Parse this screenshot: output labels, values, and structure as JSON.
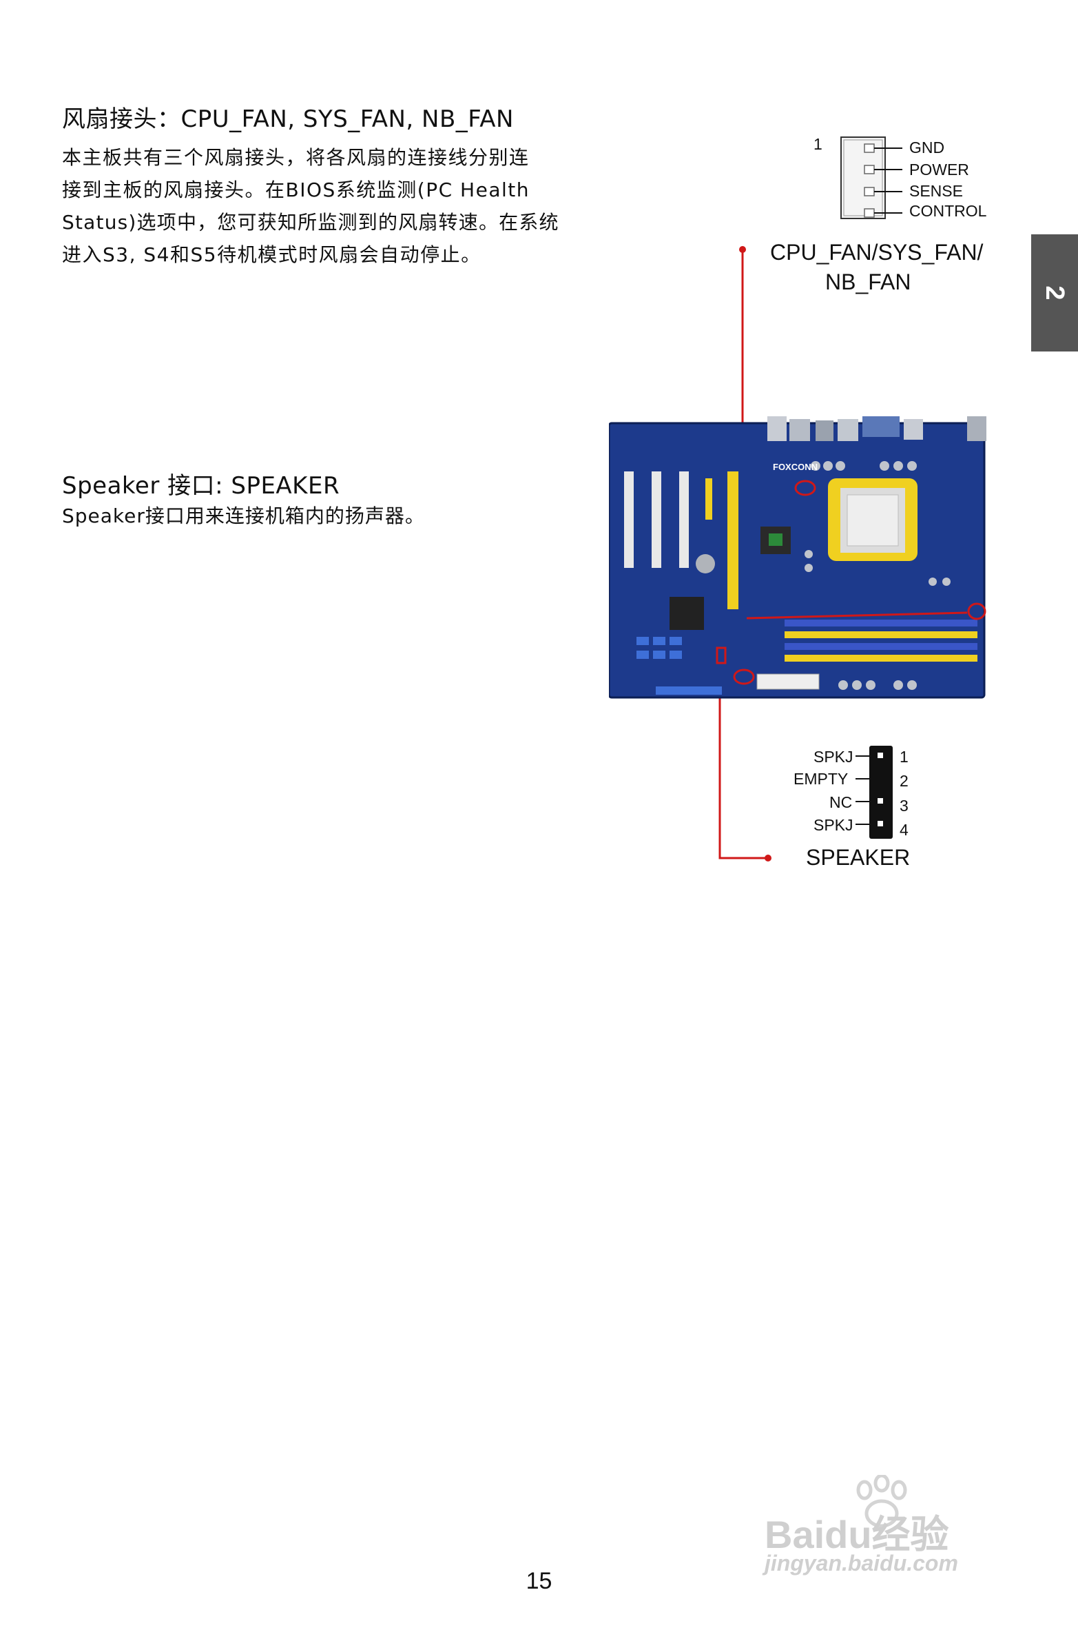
{
  "page_number": "15",
  "chapter_tab": "2",
  "fan_section": {
    "title": "风扇接头：CPU_FAN, SYS_FAN, NB_FAN",
    "lines": [
      "本主板共有三个风扇接头，将各风扇的连接线分别连",
      "接到主板的风扇接头。在BIOS系统监测(PC Health",
      "Status)选项中，您可获知所监测到的风扇转速。在系统",
      "进入S3, S4和S5待机模式时风扇会自动停止。"
    ]
  },
  "speaker_section": {
    "title": "Speaker 接口: SPEAKER",
    "text": "Speaker接口用来连接机箱内的扬声器。"
  },
  "fan_connector": {
    "pin_one_marker": "1",
    "pins": [
      "GND",
      "POWER",
      "SENSE",
      "CONTROL"
    ],
    "caption_line1": "CPU_FAN/SYS_FAN/",
    "caption_line2": "NB_FAN"
  },
  "speaker_connector": {
    "pins": [
      {
        "name": "SPKJ",
        "number": "1"
      },
      {
        "name": "EMPTY",
        "number": "2"
      },
      {
        "name": "NC",
        "number": "3"
      },
      {
        "name": "SPKJ",
        "number": "4"
      }
    ],
    "caption": "SPEAKER"
  },
  "board_logo": "FOXCONN",
  "watermark": {
    "brand": "Baidu经验",
    "url": "jingyan.baidu.com"
  },
  "colors": {
    "board_blue": "#1d3a8c",
    "highlight_red": "#d01818",
    "slot_yellow": "#f0d020",
    "tab_gray": "#555555"
  }
}
